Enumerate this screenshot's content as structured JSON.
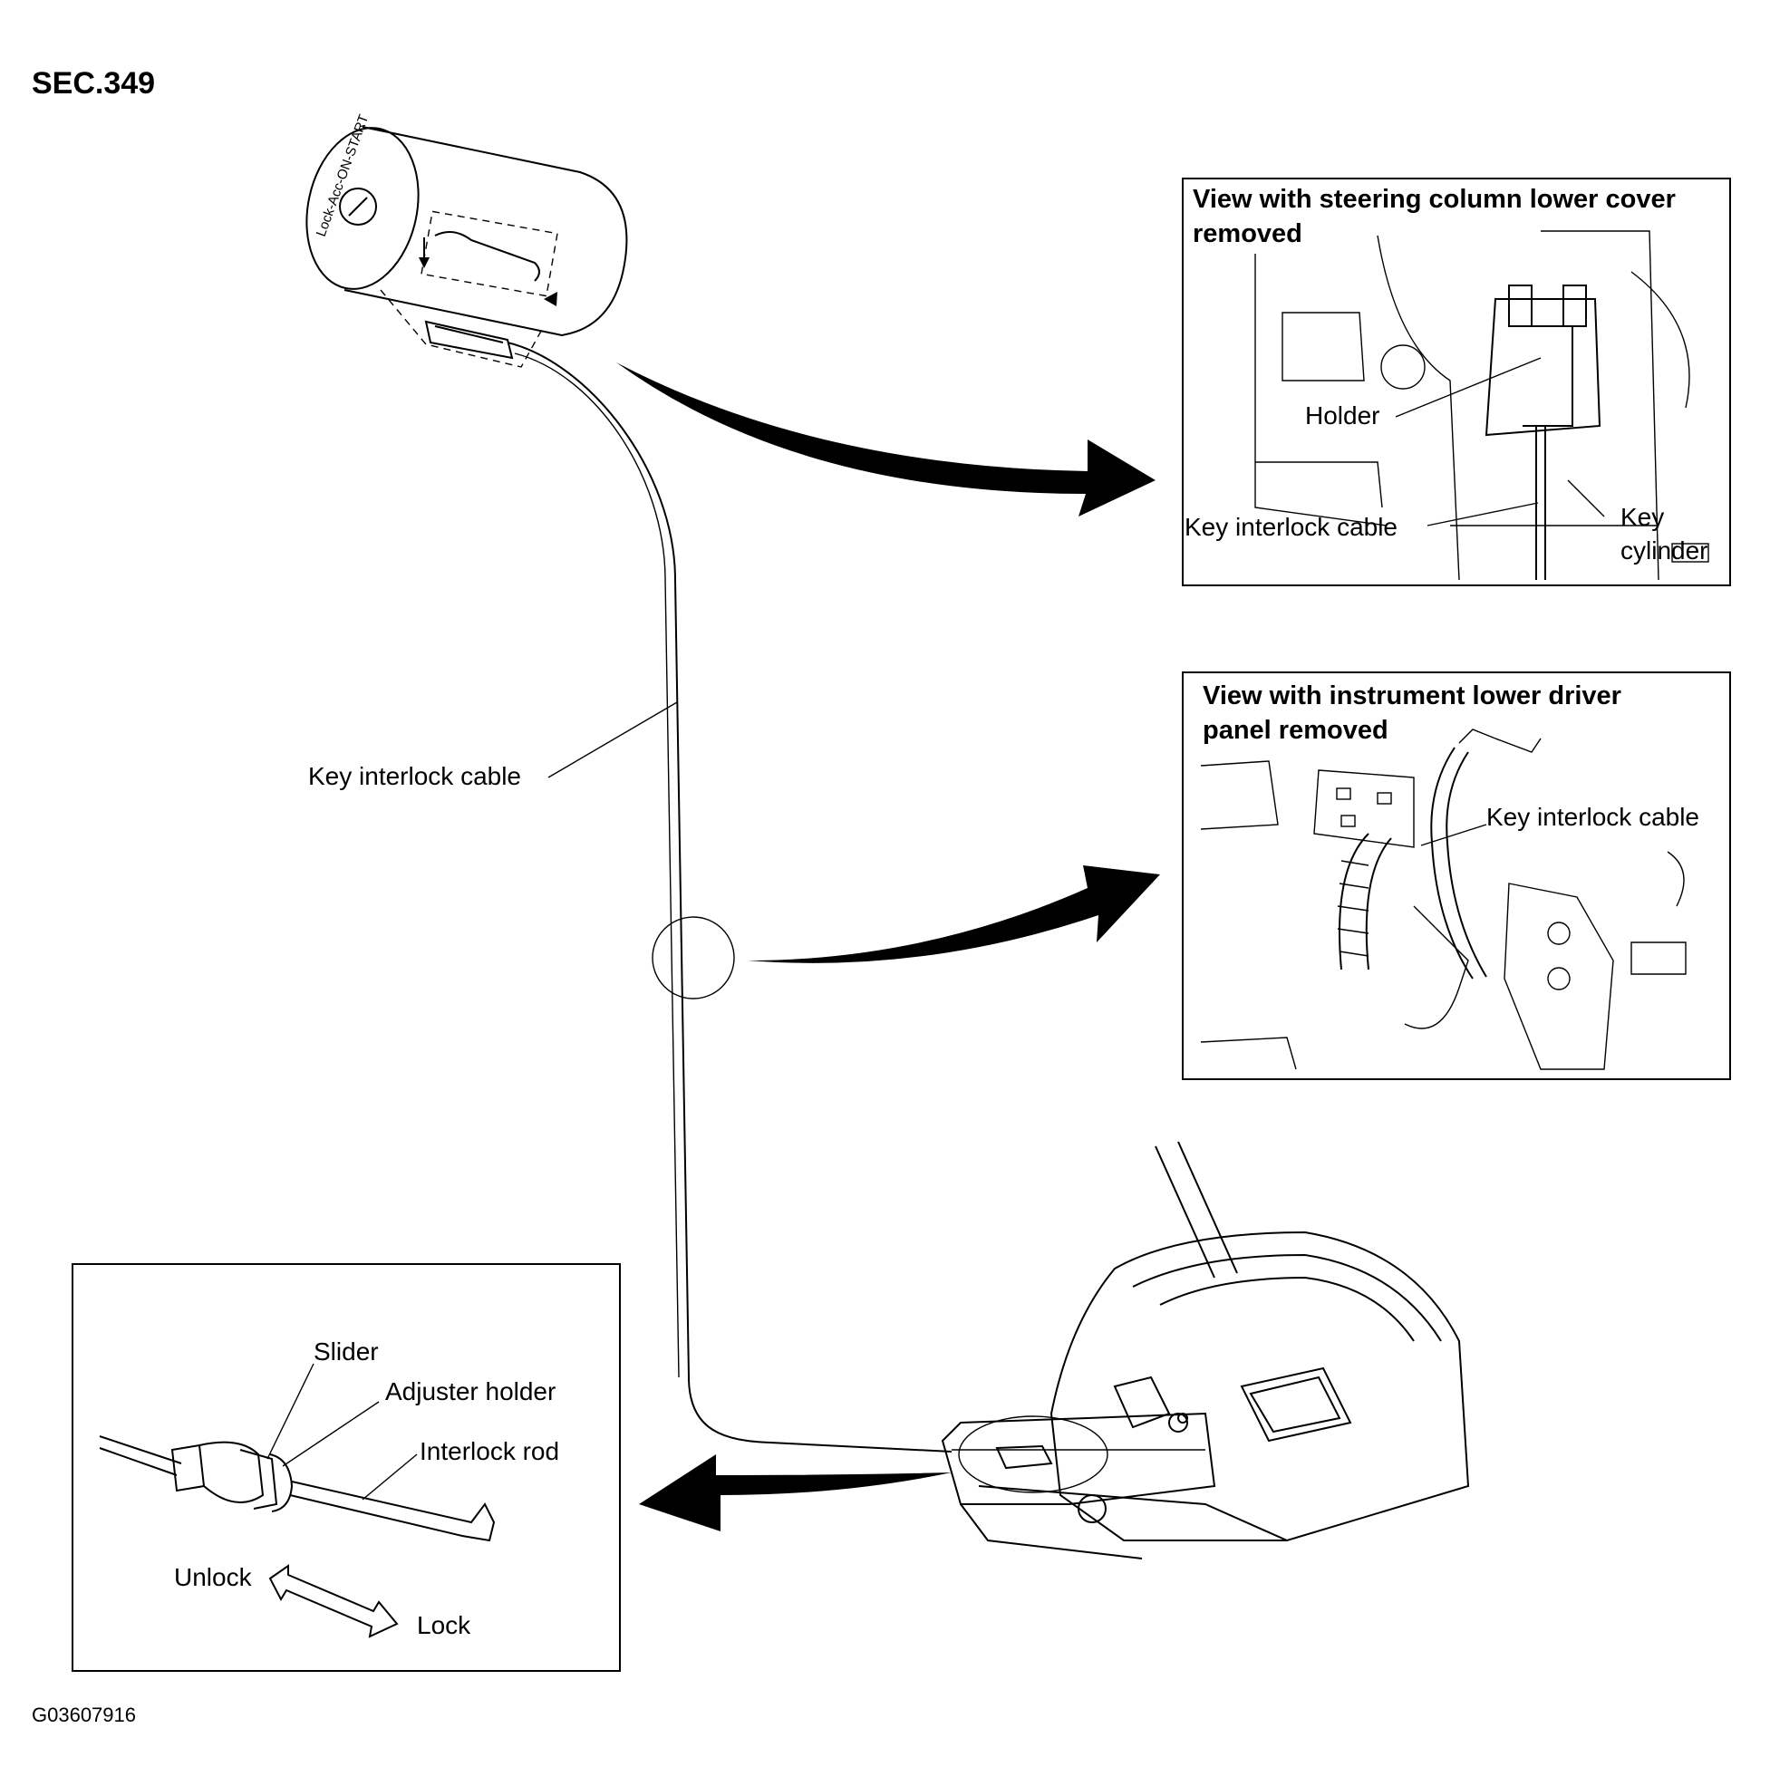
{
  "header": {
    "section": "SEC.349"
  },
  "footer": {
    "figure_code": "G03607916"
  },
  "main": {
    "cable_label": "Key interlock cable"
  },
  "view_top": {
    "title": "View with steering column lower cover removed",
    "labels": {
      "holder": "Holder",
      "cable": "Key interlock cable",
      "key_cylinder_1": "Key",
      "key_cylinder_2": "cylinder"
    }
  },
  "view_middle": {
    "title": "View with instrument lower driver panel removed",
    "labels": {
      "cable": "Key interlock cable"
    }
  },
  "view_bottom": {
    "labels": {
      "slider": "Slider",
      "adjuster_holder": "Adjuster holder",
      "interlock_rod": "Interlock rod",
      "unlock": "Unlock",
      "lock": "Lock"
    }
  },
  "key_cylinder_marking": "Lock-Acc-ON-START"
}
